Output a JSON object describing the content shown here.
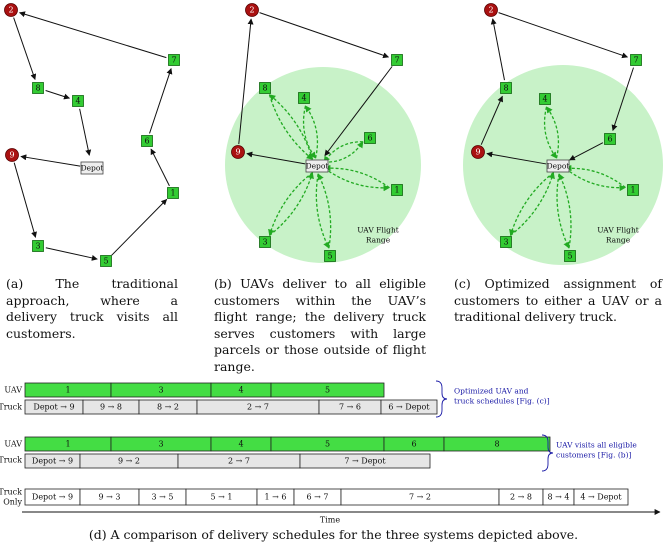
{
  "panels": {
    "a": {
      "caption": "(a)   The   traditional   approach, where a delivery truck visits all customers."
    },
    "b": {
      "caption": "(b) UAVs deliver to all eligible customers within the UAV’s flight range; the delivery truck serves customers with large parcels or those outside of flight range.",
      "range_label_1": "UAV Flight",
      "range_label_2": "Range"
    },
    "c": {
      "caption": "(c) Optimized assignment of customers to either a UAV or a traditional delivery truck.",
      "range_label_1": "UAV Flight",
      "range_label_2": "Range"
    }
  },
  "nodes": {
    "depot": "Depot",
    "customers": [
      "1",
      "2",
      "3",
      "4",
      "5",
      "6",
      "7",
      "8",
      "9"
    ]
  },
  "schedule": {
    "caption": "(d) A comparison of delivery schedules for the three systems depicted above.",
    "time_label": "Time",
    "row_labels": {
      "uav": "UAV",
      "truck": "Truck",
      "truck_only_1": "Truck",
      "truck_only_2": "Only"
    },
    "annotations": {
      "optimized_1": "Optimized UAV and",
      "optimized_2": "truck schedules [Fig. (c)]",
      "all_1": "UAV visits all eligible",
      "all_2": "customers [Fig. (b)]"
    },
    "colors": {
      "uav": "#44dd44",
      "truck": "#e6e6e6",
      "truck_only": "#ffffff",
      "annotation": "#1a1aa6"
    },
    "optimized_uav": [
      "1",
      "3",
      "4",
      "5"
    ],
    "optimized_truck": [
      "Depot → 9",
      "9 → 8",
      "8 → 2",
      "2 → 7",
      "7 → 6",
      "6 → Depot"
    ],
    "all_uav": [
      "1",
      "3",
      "4",
      "5",
      "6",
      "8"
    ],
    "all_truck": [
      "Depot → 9",
      "9 → 2",
      "2 → 7",
      "7 → Depot"
    ],
    "truck_only": [
      "Depot → 9",
      "9 → 3",
      "3 → 5",
      "5 → 1",
      "1 → 6",
      "6 → 7",
      "7 → 2",
      "2 → 8",
      "8 → 4",
      "4 → Depot"
    ]
  },
  "node_colors": {
    "customer": "#33cc33",
    "customer_border": "#116611",
    "node2_9": "#aa1111",
    "range": "#c8f2c8",
    "arrow_uav": "#22aa22"
  }
}
